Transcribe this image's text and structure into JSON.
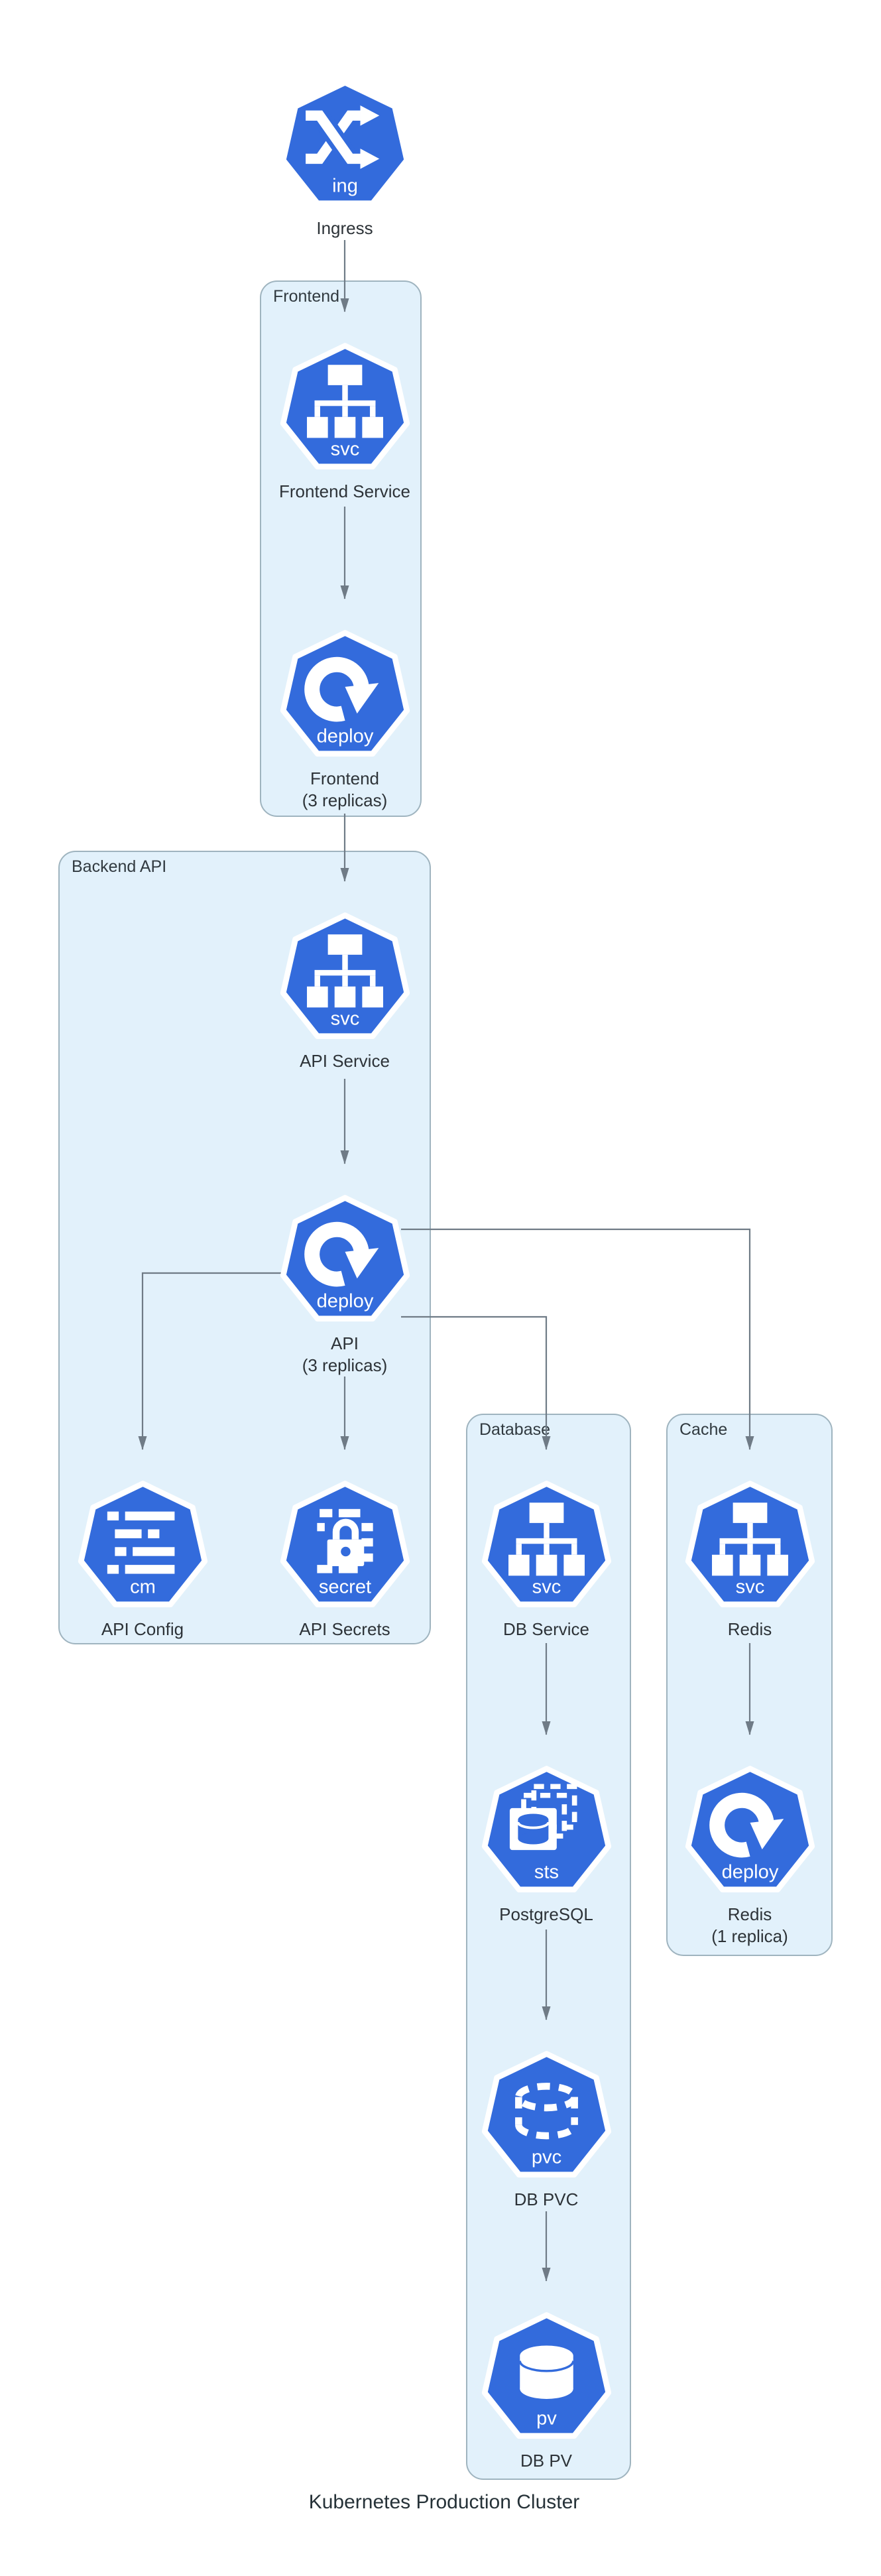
{
  "diagram_title": "Kubernetes Production Cluster",
  "colors": {
    "node_fill": "#336BDC",
    "node_stroke": "#FFFFFF",
    "group_fill": "#E2F1FB",
    "group_border": "#9FB4BF",
    "edge": "#6F7B86",
    "label_text": "#2D3338"
  },
  "groups": {
    "frontend": {
      "label": "Frontend"
    },
    "backend_api": {
      "label": "Backend API"
    },
    "database": {
      "label": "Database"
    },
    "cache": {
      "label": "Cache"
    }
  },
  "nodes": {
    "ingress": {
      "label": "Ingress",
      "kind": "ing"
    },
    "frontend_service": {
      "label": "Frontend Service",
      "kind": "svc"
    },
    "frontend_deployment": {
      "label": "Frontend",
      "replicas": "(3 replicas)",
      "kind": "deploy"
    },
    "api_service": {
      "label": "API Service",
      "kind": "svc"
    },
    "api_deployment": {
      "label": "API",
      "replicas": "(3 replicas)",
      "kind": "deploy"
    },
    "api_config": {
      "label": "API Config",
      "kind": "cm"
    },
    "api_secrets": {
      "label": "API Secrets",
      "kind": "secret"
    },
    "db_service": {
      "label": "DB Service",
      "kind": "svc"
    },
    "postgresql": {
      "label": "PostgreSQL",
      "kind": "sts"
    },
    "db_pvc": {
      "label": "DB PVC",
      "kind": "pvc"
    },
    "db_pv": {
      "label": "DB PV",
      "kind": "pv"
    },
    "redis_service": {
      "label": "Redis",
      "kind": "svc"
    },
    "redis_deployment": {
      "label": "Redis",
      "replicas": "(1 replica)",
      "kind": "deploy"
    }
  },
  "edges": [
    {
      "from": "Ingress",
      "to": "Frontend Service"
    },
    {
      "from": "Frontend Service",
      "to": "Frontend (3 replicas)"
    },
    {
      "from": "Frontend (3 replicas)",
      "to": "API Service"
    },
    {
      "from": "API Service",
      "to": "API (3 replicas)"
    },
    {
      "from": "API (3 replicas)",
      "to": "API Config"
    },
    {
      "from": "API (3 replicas)",
      "to": "API Secrets"
    },
    {
      "from": "API (3 replicas)",
      "to": "DB Service"
    },
    {
      "from": "API (3 replicas)",
      "to": "Redis"
    },
    {
      "from": "DB Service",
      "to": "PostgreSQL"
    },
    {
      "from": "PostgreSQL",
      "to": "DB PVC"
    },
    {
      "from": "DB PVC",
      "to": "DB PV"
    },
    {
      "from": "Redis",
      "to": "Redis (1 replica)"
    }
  ]
}
